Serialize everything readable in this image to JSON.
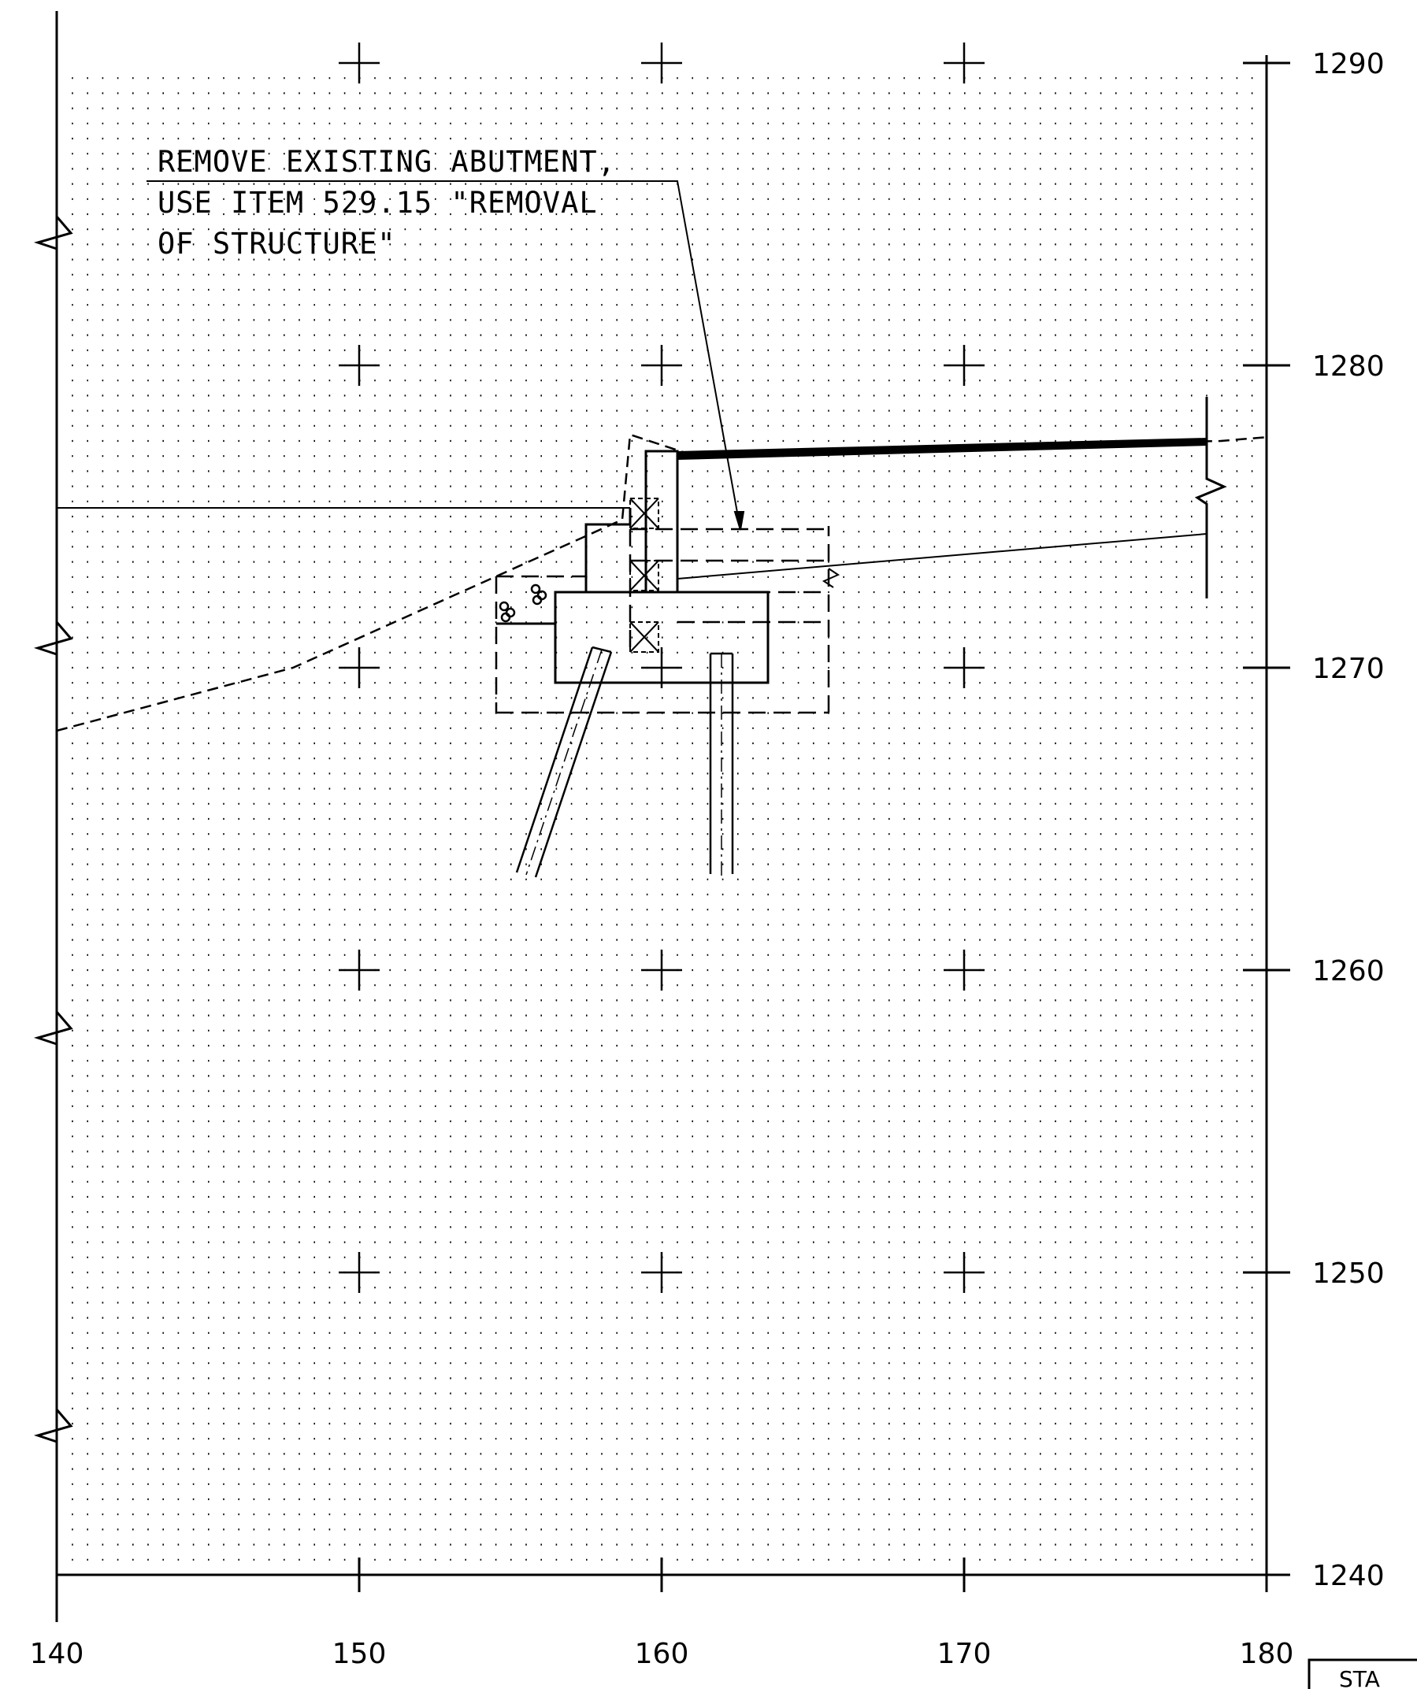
{
  "chart_data": {
    "type": "diagram",
    "x_axis": {
      "range": [
        140,
        180
      ],
      "ticks": [
        140,
        150,
        160,
        170,
        180
      ]
    },
    "y_axis": {
      "range": [
        1240,
        1290
      ],
      "ticks": [
        1240,
        1250,
        1260,
        1270,
        1280,
        1290
      ],
      "position": "right"
    },
    "grid": true,
    "note": [
      "REMOVE EXISTING ABUTMENT,",
      "USE ITEM 529.15 \"REMOVAL",
      "OF STRUCTURE\""
    ],
    "stamp": "STA"
  }
}
